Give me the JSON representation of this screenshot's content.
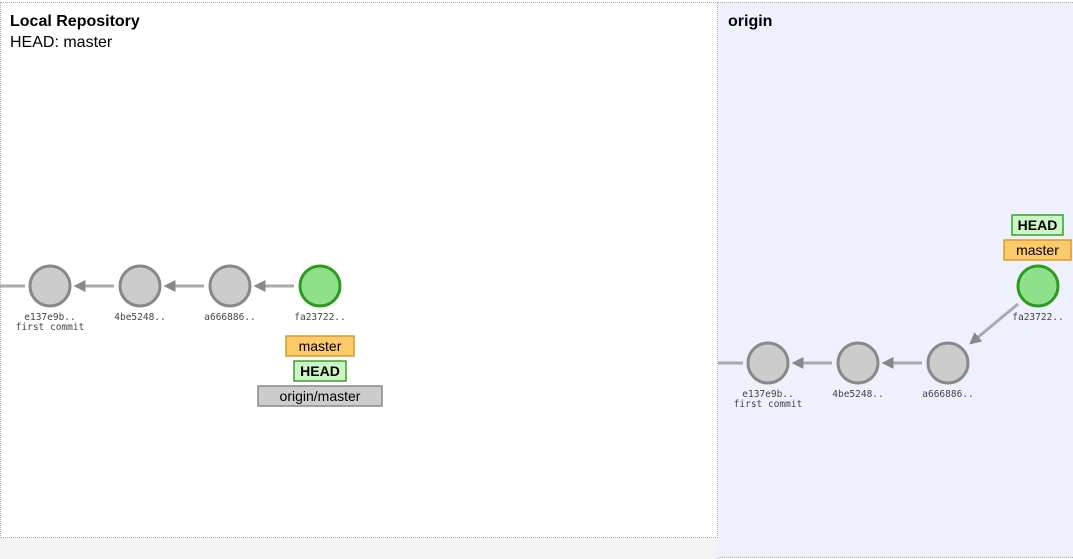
{
  "local": {
    "title": "Local Repository",
    "head_line": "HEAD: master",
    "commits": [
      {
        "id": "e137e9b..",
        "message": "first commit"
      },
      {
        "id": "4be5248..",
        "message": ""
      },
      {
        "id": "a666886..",
        "message": ""
      },
      {
        "id": "fa23722..",
        "message": ""
      }
    ],
    "refs": {
      "branch": "master",
      "head": "HEAD",
      "remote_branch": "origin/master"
    }
  },
  "origin": {
    "title": "origin",
    "commits": [
      {
        "id": "e137e9b..",
        "message": "first commit"
      },
      {
        "id": "4be5248..",
        "message": ""
      },
      {
        "id": "a666886..",
        "message": ""
      },
      {
        "id": "fa23722..",
        "message": ""
      }
    ],
    "refs": {
      "head": "HEAD",
      "branch": "master"
    }
  },
  "colors": {
    "commit_fill": "#cccccc",
    "commit_stroke": "#888888",
    "head_commit_fill": "#8ee08a",
    "head_commit_stroke": "#2e9a1e",
    "branch_tag_fill": "#fcc96b",
    "branch_tag_stroke": "#d79b2a",
    "head_tag_fill": "#ccf5c6",
    "head_tag_stroke": "#3aa02a",
    "remote_tag_fill": "#cccccc",
    "remote_tag_stroke": "#888888",
    "origin_bg": "#eef0fd"
  }
}
